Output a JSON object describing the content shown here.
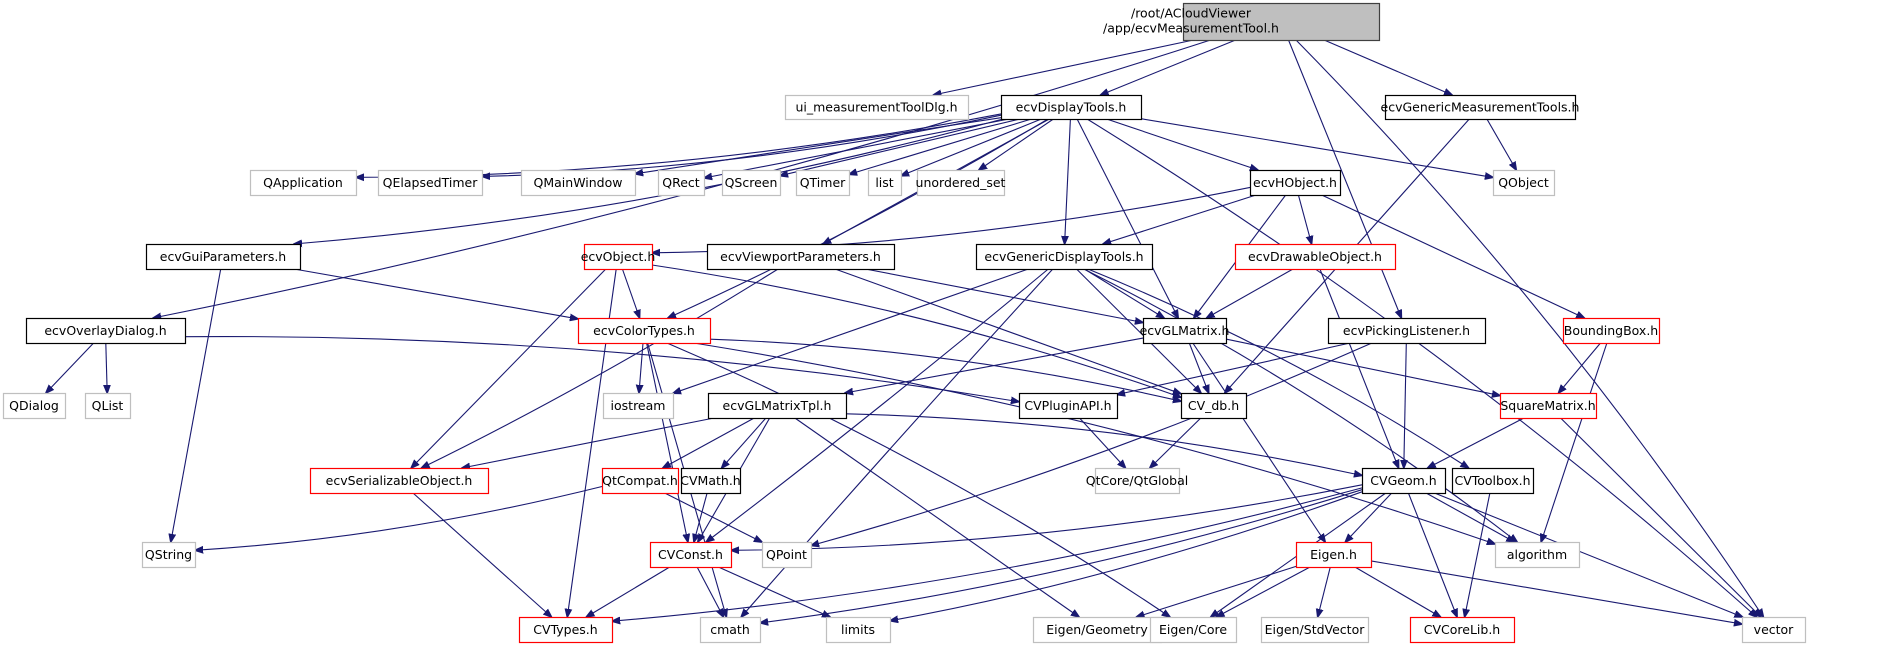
{
  "diagram": {
    "type": "include-dependency-graph",
    "colors": {
      "root_fill": "#bfbfbf",
      "root_border": "#404040",
      "documented_border": "#000000",
      "undocumented_border": "#bfbfbf",
      "truncated_border": "#ff0000",
      "edge": "#191970"
    },
    "nodes": [
      {
        "id": "root",
        "label_lines": [
          "/root/ACloudViewer",
          "/app/ecvMeasurementTool.h"
        ],
        "kind": "root"
      },
      {
        "id": "ui_measurementToolDlg",
        "label_lines": [
          "ui_measurementToolDlg.h"
        ],
        "kind": "external"
      },
      {
        "id": "ecvDisplayTools",
        "label_lines": [
          "ecvDisplayTools.h"
        ],
        "kind": "documented"
      },
      {
        "id": "ecvGenericMeasurementTools",
        "label_lines": [
          "ecvGenericMeasurementTools.h"
        ],
        "kind": "documented"
      },
      {
        "id": "QApplication",
        "label_lines": [
          "QApplication"
        ],
        "kind": "external"
      },
      {
        "id": "QElapsedTimer",
        "label_lines": [
          "QElapsedTimer"
        ],
        "kind": "external"
      },
      {
        "id": "QMainWindow",
        "label_lines": [
          "QMainWindow"
        ],
        "kind": "external"
      },
      {
        "id": "QRect",
        "label_lines": [
          "QRect"
        ],
        "kind": "external"
      },
      {
        "id": "QScreen",
        "label_lines": [
          "QScreen"
        ],
        "kind": "external"
      },
      {
        "id": "QTimer",
        "label_lines": [
          "QTimer"
        ],
        "kind": "external"
      },
      {
        "id": "list",
        "label_lines": [
          "list"
        ],
        "kind": "external"
      },
      {
        "id": "unordered_set",
        "label_lines": [
          "unordered_set"
        ],
        "kind": "external"
      },
      {
        "id": "ecvHObject",
        "label_lines": [
          "ecvHObject.h"
        ],
        "kind": "documented"
      },
      {
        "id": "QObject",
        "label_lines": [
          "QObject"
        ],
        "kind": "external"
      },
      {
        "id": "ecvGuiParameters",
        "label_lines": [
          "ecvGuiParameters.h"
        ],
        "kind": "documented"
      },
      {
        "id": "ecvObject",
        "label_lines": [
          "ecvObject.h"
        ],
        "kind": "truncated"
      },
      {
        "id": "ecvViewportParameters",
        "label_lines": [
          "ecvViewportParameters.h"
        ],
        "kind": "documented"
      },
      {
        "id": "ecvGenericDisplayTools",
        "label_lines": [
          "ecvGenericDisplayTools.h"
        ],
        "kind": "documented"
      },
      {
        "id": "ecvDrawableObject",
        "label_lines": [
          "ecvDrawableObject.h"
        ],
        "kind": "truncated"
      },
      {
        "id": "ecvOverlayDialog",
        "label_lines": [
          "ecvOverlayDialog.h"
        ],
        "kind": "documented"
      },
      {
        "id": "ecvColorTypes",
        "label_lines": [
          "ecvColorTypes.h"
        ],
        "kind": "truncated"
      },
      {
        "id": "ecvGLMatrix",
        "label_lines": [
          "ecvGLMatrix.h"
        ],
        "kind": "documented"
      },
      {
        "id": "ecvPickingListener",
        "label_lines": [
          "ecvPickingListener.h"
        ],
        "kind": "documented"
      },
      {
        "id": "BoundingBox",
        "label_lines": [
          "BoundingBox.h"
        ],
        "kind": "truncated"
      },
      {
        "id": "QDialog",
        "label_lines": [
          "QDialog"
        ],
        "kind": "external"
      },
      {
        "id": "QList",
        "label_lines": [
          "QList"
        ],
        "kind": "external"
      },
      {
        "id": "iostream",
        "label_lines": [
          "iostream"
        ],
        "kind": "external"
      },
      {
        "id": "ecvGLMatrixTpl",
        "label_lines": [
          "ecvGLMatrixTpl.h"
        ],
        "kind": "documented"
      },
      {
        "id": "CVPluginAPI",
        "label_lines": [
          "CVPluginAPI.h"
        ],
        "kind": "documented"
      },
      {
        "id": "CV_db",
        "label_lines": [
          "CV_db.h"
        ],
        "kind": "documented"
      },
      {
        "id": "SquareMatrix",
        "label_lines": [
          "SquareMatrix.h"
        ],
        "kind": "truncated"
      },
      {
        "id": "ecvSerializableObject",
        "label_lines": [
          "ecvSerializableObject.h"
        ],
        "kind": "truncated"
      },
      {
        "id": "QtCompat",
        "label_lines": [
          "QtCompat.h"
        ],
        "kind": "truncated"
      },
      {
        "id": "CVMath",
        "label_lines": [
          "CVMath.h"
        ],
        "kind": "documented"
      },
      {
        "id": "QtCoreQtGlobal",
        "label_lines": [
          "QtCore/QtGlobal"
        ],
        "kind": "external"
      },
      {
        "id": "CVGeom",
        "label_lines": [
          "CVGeom.h"
        ],
        "kind": "documented"
      },
      {
        "id": "CVToolbox",
        "label_lines": [
          "CVToolbox.h"
        ],
        "kind": "documented"
      },
      {
        "id": "QString",
        "label_lines": [
          "QString"
        ],
        "kind": "external"
      },
      {
        "id": "CVConst",
        "label_lines": [
          "CVConst.h"
        ],
        "kind": "truncated"
      },
      {
        "id": "QPoint",
        "label_lines": [
          "QPoint"
        ],
        "kind": "external"
      },
      {
        "id": "Eigen",
        "label_lines": [
          "Eigen.h"
        ],
        "kind": "truncated"
      },
      {
        "id": "algorithm",
        "label_lines": [
          "algorithm"
        ],
        "kind": "external"
      },
      {
        "id": "CVTypes",
        "label_lines": [
          "CVTypes.h"
        ],
        "kind": "truncated"
      },
      {
        "id": "cmath",
        "label_lines": [
          "cmath"
        ],
        "kind": "external"
      },
      {
        "id": "limits",
        "label_lines": [
          "limits"
        ],
        "kind": "external"
      },
      {
        "id": "EigenGeometry",
        "label_lines": [
          "Eigen/Geometry"
        ],
        "kind": "external"
      },
      {
        "id": "EigenCore",
        "label_lines": [
          "Eigen/Core"
        ],
        "kind": "external"
      },
      {
        "id": "EigenStdVector",
        "label_lines": [
          "Eigen/StdVector"
        ],
        "kind": "external"
      },
      {
        "id": "CVCoreLib",
        "label_lines": [
          "CVCoreLib.h"
        ],
        "kind": "truncated"
      },
      {
        "id": "vector",
        "label_lines": [
          "vector"
        ],
        "kind": "external"
      }
    ],
    "edges": [
      [
        "root",
        "ui_measurementToolDlg"
      ],
      [
        "root",
        "ecvDisplayTools"
      ],
      [
        "root",
        "ecvGenericMeasurementTools"
      ],
      [
        "root",
        "ecvOverlayDialog"
      ],
      [
        "root",
        "ecvPickingListener"
      ],
      [
        "root",
        "vector"
      ],
      [
        "ecvDisplayTools",
        "QApplication"
      ],
      [
        "ecvDisplayTools",
        "QElapsedTimer"
      ],
      [
        "ecvDisplayTools",
        "QMainWindow"
      ],
      [
        "ecvDisplayTools",
        "QRect"
      ],
      [
        "ecvDisplayTools",
        "QScreen"
      ],
      [
        "ecvDisplayTools",
        "QTimer"
      ],
      [
        "ecvDisplayTools",
        "list"
      ],
      [
        "ecvDisplayTools",
        "unordered_set"
      ],
      [
        "ecvDisplayTools",
        "ecvHObject"
      ],
      [
        "ecvDisplayTools",
        "QObject"
      ],
      [
        "ecvDisplayTools",
        "ecvGuiParameters"
      ],
      [
        "ecvDisplayTools",
        "ecvViewportParameters"
      ],
      [
        "ecvDisplayTools",
        "ecvGenericDisplayTools"
      ],
      [
        "ecvDisplayTools",
        "ecvColorTypes"
      ],
      [
        "ecvDisplayTools",
        "ecvGLMatrix"
      ],
      [
        "ecvDisplayTools",
        "vector"
      ],
      [
        "ecvGenericMeasurementTools",
        "QObject"
      ],
      [
        "ecvGenericMeasurementTools",
        "CV_db"
      ],
      [
        "ecvHObject",
        "ecvObject"
      ],
      [
        "ecvHObject",
        "ecvDrawableObject"
      ],
      [
        "ecvHObject",
        "ecvGLMatrix"
      ],
      [
        "ecvHObject",
        "ecvGenericDisplayTools"
      ],
      [
        "ecvHObject",
        "BoundingBox"
      ],
      [
        "ecvGuiParameters",
        "ecvColorTypes"
      ],
      [
        "ecvGuiParameters",
        "QString"
      ],
      [
        "ecvObject",
        "ecvColorTypes"
      ],
      [
        "ecvObject",
        "ecvSerializableObject"
      ],
      [
        "ecvObject",
        "CVTypes"
      ],
      [
        "ecvObject",
        "CV_db"
      ],
      [
        "ecvViewportParameters",
        "ecvGLMatrix"
      ],
      [
        "ecvViewportParameters",
        "ecvSerializableObject"
      ],
      [
        "ecvViewportParameters",
        "CV_db"
      ],
      [
        "ecvGenericDisplayTools",
        "ecvGLMatrix"
      ],
      [
        "ecvGenericDisplayTools",
        "CV_db"
      ],
      [
        "ecvGenericDisplayTools",
        "iostream"
      ],
      [
        "ecvGenericDisplayTools",
        "CVConst"
      ],
      [
        "ecvGenericDisplayTools",
        "cmath"
      ],
      [
        "ecvGenericDisplayTools",
        "algorithm"
      ],
      [
        "ecvGenericDisplayTools",
        "CVToolbox"
      ],
      [
        "ecvDrawableObject",
        "ecvGLMatrix"
      ],
      [
        "ecvDrawableObject",
        "CVGeom"
      ],
      [
        "ecvOverlayDialog",
        "QDialog"
      ],
      [
        "ecvOverlayDialog",
        "QList"
      ],
      [
        "ecvOverlayDialog",
        "CVPluginAPI"
      ],
      [
        "ecvColorTypes",
        "iostream"
      ],
      [
        "ecvColorTypes",
        "CVConst"
      ],
      [
        "ecvColorTypes",
        "cmath"
      ],
      [
        "ecvColorTypes",
        "CV_db"
      ],
      [
        "ecvColorTypes",
        "EigenCore"
      ],
      [
        "ecvColorTypes",
        "algorithm"
      ],
      [
        "ecvGLMatrix",
        "ecvGLMatrixTpl"
      ],
      [
        "ecvGLMatrix",
        "CV_db"
      ],
      [
        "ecvGLMatrix",
        "SquareMatrix"
      ],
      [
        "ecvGLMatrix",
        "Eigen"
      ],
      [
        "ecvPickingListener",
        "CVPluginAPI"
      ],
      [
        "ecvPickingListener",
        "CVGeom"
      ],
      [
        "ecvPickingListener",
        "QPoint"
      ],
      [
        "BoundingBox",
        "SquareMatrix"
      ],
      [
        "BoundingBox",
        "algorithm"
      ],
      [
        "ecvGLMatrixTpl",
        "ecvSerializableObject"
      ],
      [
        "ecvGLMatrixTpl",
        "QtCompat"
      ],
      [
        "ecvGLMatrixTpl",
        "CVMath"
      ],
      [
        "ecvGLMatrixTpl",
        "CVConst"
      ],
      [
        "ecvGLMatrixTpl",
        "CVGeom"
      ],
      [
        "ecvGLMatrixTpl",
        "EigenGeometry"
      ],
      [
        "CVPluginAPI",
        "QtCoreQtGlobal"
      ],
      [
        "CV_db",
        "QtCoreQtGlobal"
      ],
      [
        "SquareMatrix",
        "CVGeom"
      ],
      [
        "SquareMatrix",
        "vector"
      ],
      [
        "ecvSerializableObject",
        "CVTypes"
      ],
      [
        "QtCompat",
        "QString"
      ],
      [
        "QtCompat",
        "QPoint"
      ],
      [
        "CVMath",
        "CVConst"
      ],
      [
        "CVGeom",
        "Eigen"
      ],
      [
        "CVGeom",
        "algorithm"
      ],
      [
        "CVGeom",
        "CVTypes"
      ],
      [
        "CVGeom",
        "cmath"
      ],
      [
        "CVGeom",
        "limits"
      ],
      [
        "CVGeom",
        "EigenCore"
      ],
      [
        "CVGeom",
        "CVCoreLib"
      ],
      [
        "CVGeom",
        "vector"
      ],
      [
        "CVGeom",
        "CVConst"
      ],
      [
        "CVToolbox",
        "CVCoreLib"
      ],
      [
        "CVConst",
        "CVTypes"
      ],
      [
        "CVConst",
        "cmath"
      ],
      [
        "CVConst",
        "limits"
      ],
      [
        "Eigen",
        "EigenGeometry"
      ],
      [
        "Eigen",
        "EigenCore"
      ],
      [
        "Eigen",
        "EigenStdVector"
      ],
      [
        "Eigen",
        "CVCoreLib"
      ],
      [
        "Eigen",
        "vector"
      ]
    ]
  }
}
